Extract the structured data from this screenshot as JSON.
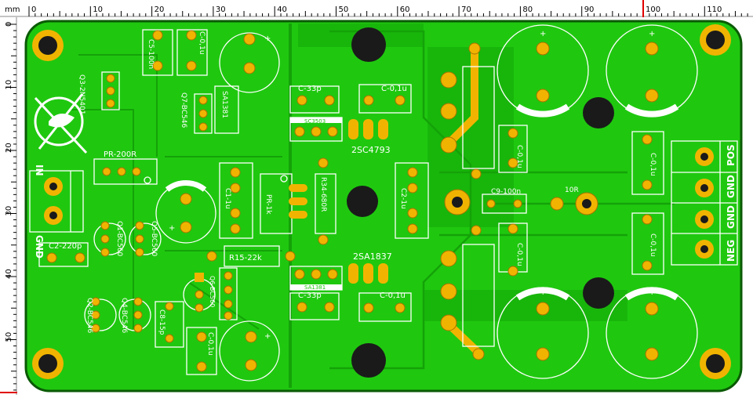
{
  "ruler": {
    "unit_label": "mm",
    "h_ticks": [
      "0",
      "10",
      "20",
      "30",
      "40",
      "50",
      "60",
      "70",
      "80",
      "90",
      "100",
      "110"
    ],
    "v_ticks": [
      "0",
      "10",
      "20",
      "30",
      "40",
      "50"
    ]
  },
  "colors": {
    "board": "#1fc80f",
    "board_dark": "#14a208",
    "copper": "#f0b400",
    "silk": "#ffffff",
    "hole": "#1a1a1a"
  },
  "components": {
    "c5": "C5-100n",
    "c7": "C-0,1u",
    "q3": "Q3-2N5401",
    "q7": "Q7-BC546",
    "q8": "SA1381",
    "c3": "C-33p",
    "c0_top": "C-0,1u",
    "sc3503": "SC3503",
    "sc4793": "2SC4793",
    "pr200": "PR-200R",
    "c1_left": "C1-1u",
    "pr1k": "PR-1k",
    "r34": "R34-680R",
    "c2_right": "C2-1u",
    "c9": "C9-100n",
    "r10": "10R",
    "c2_220p": "C2-220p",
    "q1": "Q1-BC560",
    "q5": "Q5-BC560",
    "r15": "R15-22k",
    "sa1837": "2SA1837",
    "sa1381_b": "SA1381",
    "c33_b": "C-33p",
    "c01_b": "C-0,1u",
    "q2": "Q2-BC546",
    "q4": "Q4-BC546",
    "c8": "C8-15p",
    "c0_bot": "C-0,1u",
    "q6": "Q6-BC560",
    "cap_right_top": "C-0,1u",
    "cap_right_bot": "C-0,1u",
    "cap_mid_top": "C-0,1u",
    "cap_mid_bot": "C-0,1u"
  },
  "labels": {
    "in": "IN",
    "gnd_left": "GND",
    "pos": "POS",
    "gnd1": "GND",
    "gnd2": "GND",
    "neg": "NEG",
    "plus": "+"
  }
}
